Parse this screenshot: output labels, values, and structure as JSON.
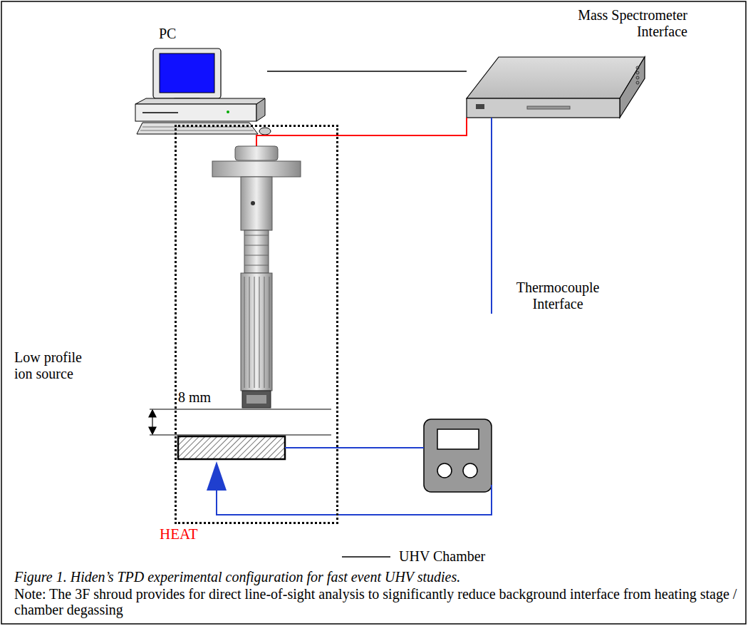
{
  "diagram": {
    "caption": "Figure 1. Hiden’s TPD experimental configuration for fast event UHV studies.",
    "nodes": [
      {
        "text": [
          "PC"
        ]
      },
      {
        "text": [
          "Mass Spectrometer Interface"
        ]
      },
      {
        "text": [
          "Low profile ion source"
        ]
      }
    ],
    "edges": [
      {
        "from": 0,
        "to": 1,
        "arrow": "none"
      }
    ],
    "labels": [
      "8 mm",
      "Thermocouple Interface",
      "HEAT",
      "Note: The 3F shroud provides for direct line-of-sight analysis to significantly reduce background interface from heating stage / chamber degassing"
    ],
    "legend": [
      {
        "text": "UHV Chamber"
      }
    ]
  }
}
